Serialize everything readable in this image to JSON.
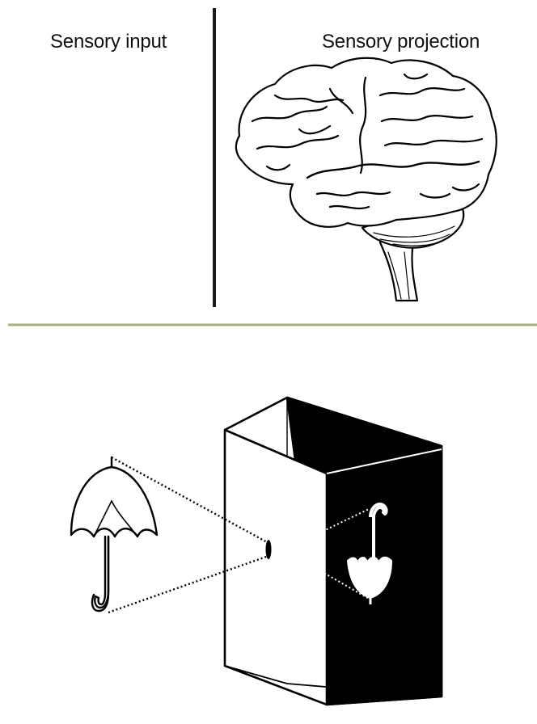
{
  "top_panel": {
    "left_label": "Sensory input",
    "right_label": "Sensory projection"
  },
  "colors": {
    "divider_line": "#1a1a1a",
    "separator_rule": "#a7b07f",
    "ink": "#000000",
    "background": "#ffffff"
  },
  "icons": {
    "brain": "brain-icon",
    "umbrella": "umbrella-icon",
    "projected_umbrella": "projected-umbrella-icon",
    "camera_box": "pinhole-camera-box"
  }
}
